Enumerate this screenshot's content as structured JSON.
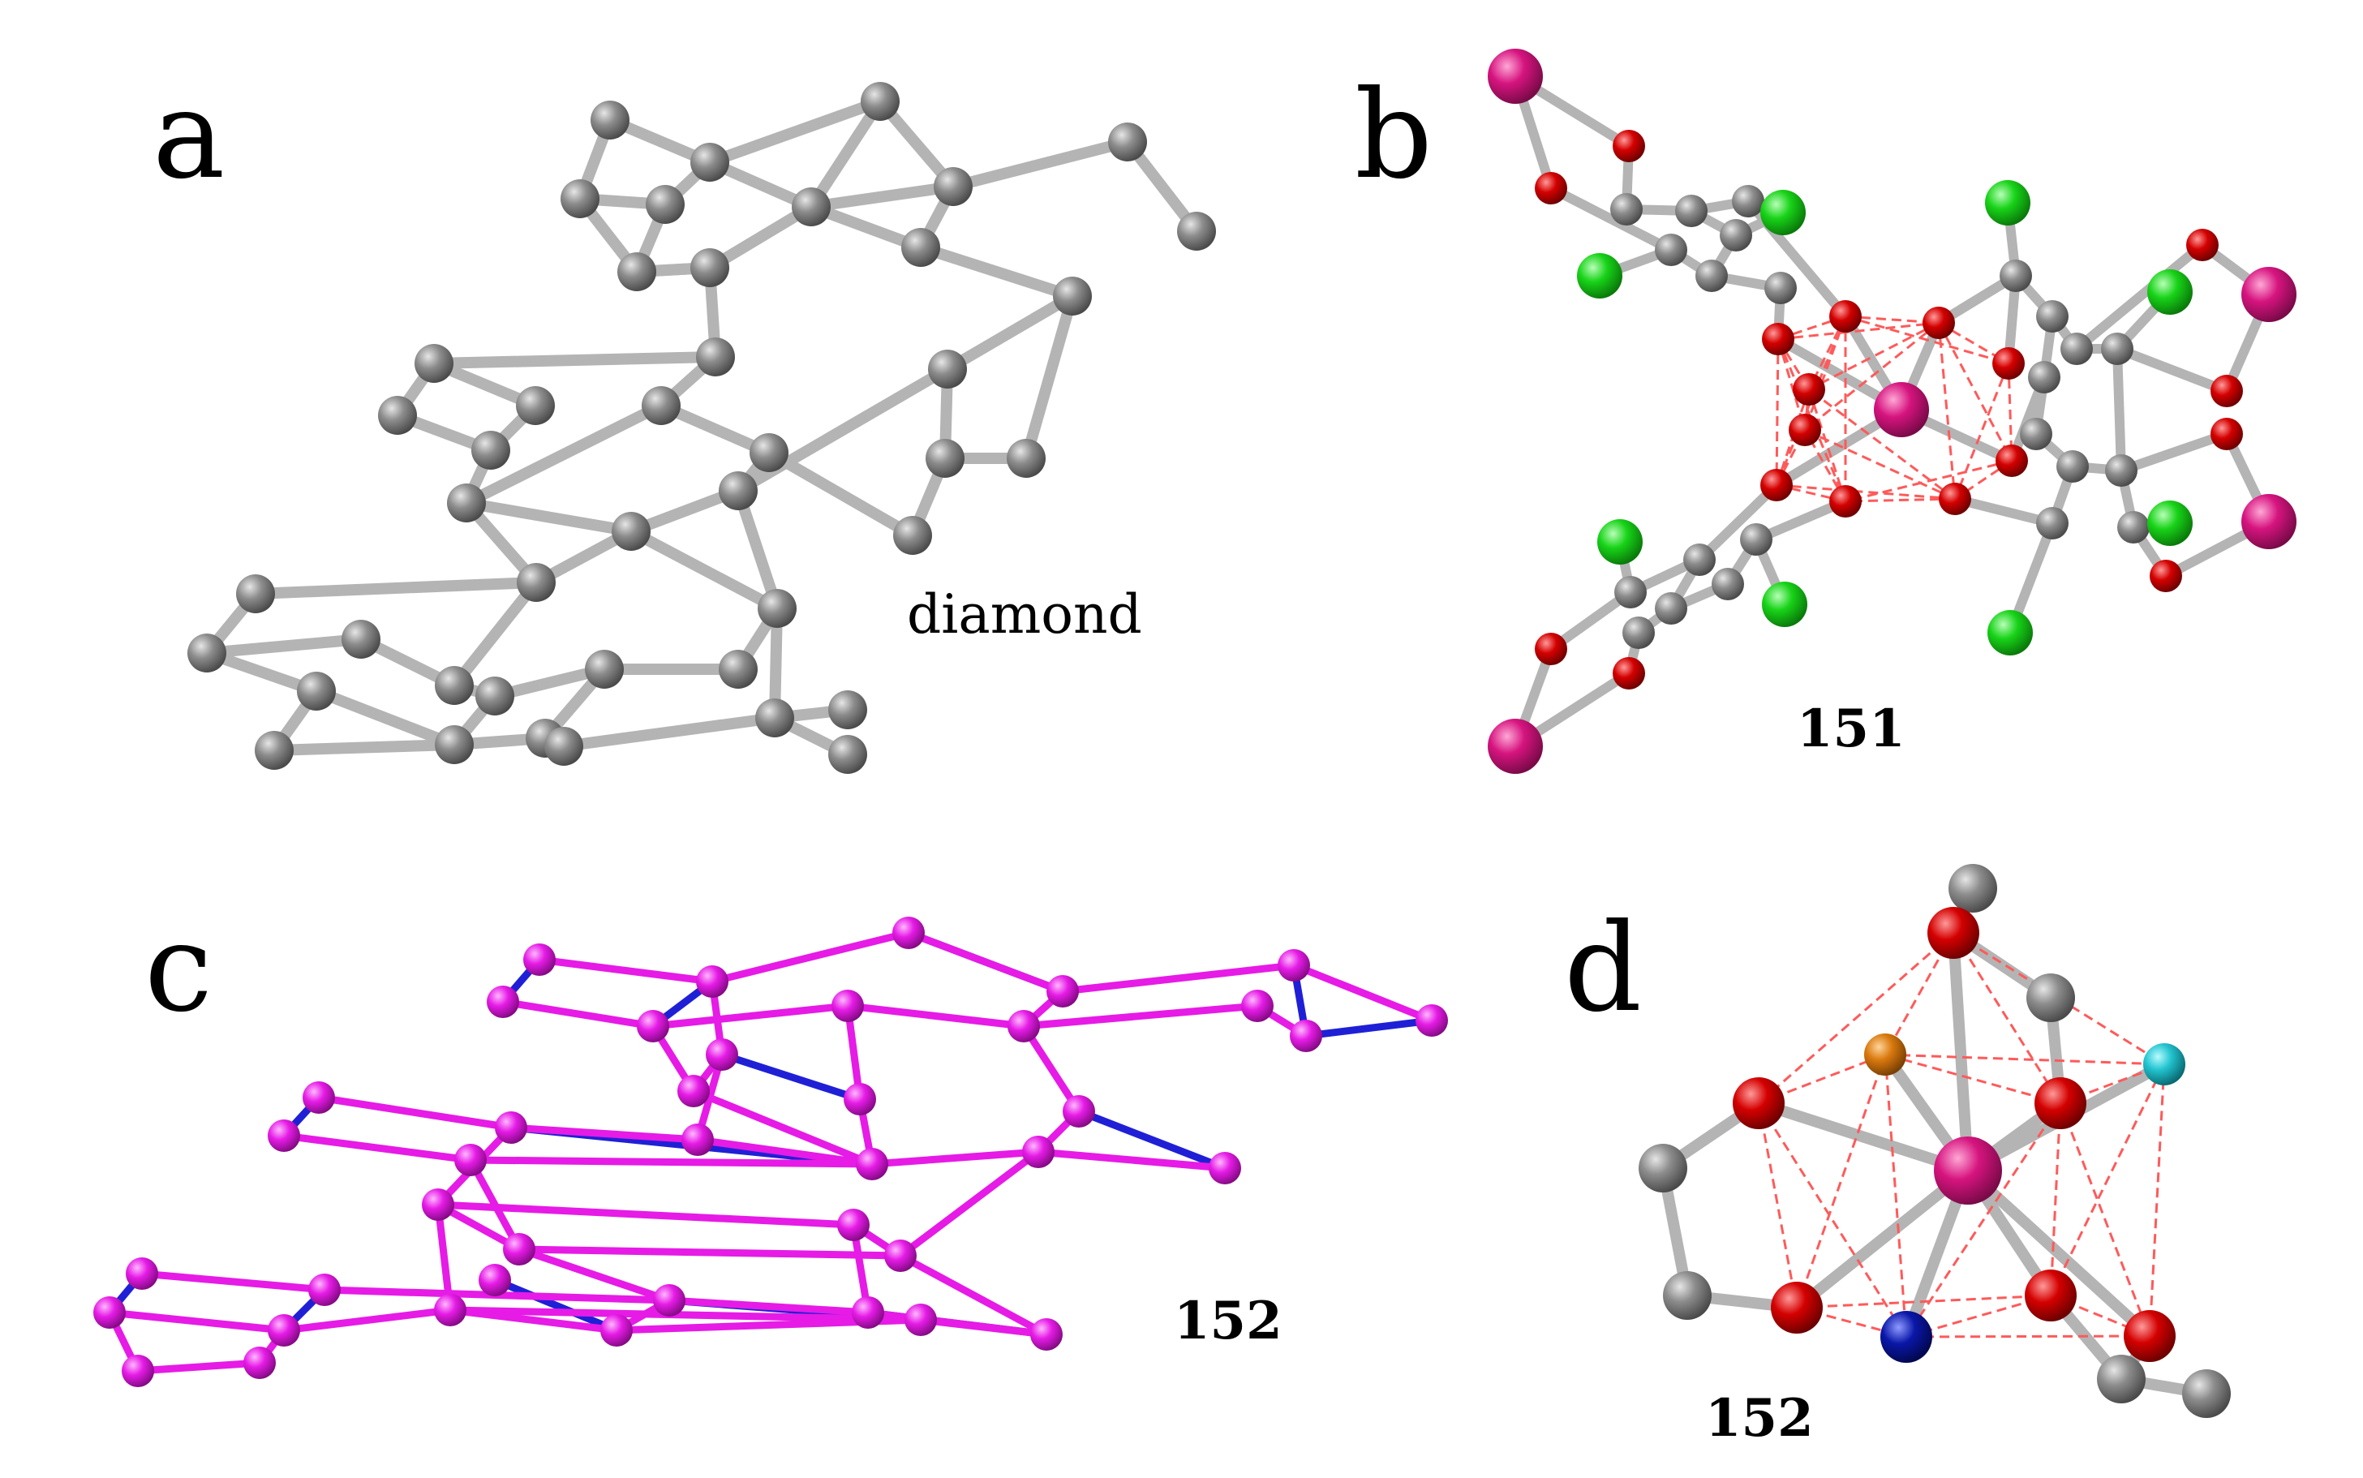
{
  "figure": {
    "panels": [
      {
        "letter": "a",
        "caption": "diamond"
      },
      {
        "letter": "b",
        "caption": "151"
      },
      {
        "letter": "c",
        "caption": "152"
      },
      {
        "letter": "d",
        "caption": "152"
      }
    ]
  },
  "colors": {
    "carbon_grey": "#7a7a7a",
    "metal_magenta": "#d6147f",
    "oxygen_red": "#d40000",
    "chlorine_green": "#18d318",
    "net_magenta": "#e61be6",
    "net_blue": "#1f20d6",
    "nitrogen_blue": "#0a17a8",
    "orange_atom": "#d9790e",
    "cyan_atom": "#22c4d0",
    "bond_grey": "#b4b4b4",
    "contact_dash": "#ff5a5a"
  }
}
